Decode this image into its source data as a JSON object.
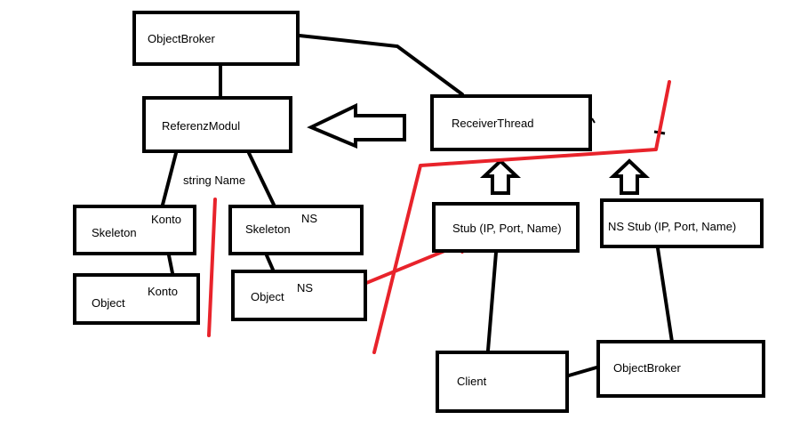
{
  "labels": {
    "object_broker_top": "ObjectBroker",
    "referenz_modul": "ReferenzModul",
    "receiver_thread": "ReceiverThread",
    "skeleton_konto": "Skeleton",
    "skeleton_konto_tag": "Konto",
    "object_konto": "Object",
    "object_konto_tag": "Konto",
    "skeleton_ns": "Skeleton",
    "skeleton_ns_tag": "NS",
    "object_ns": "Object",
    "object_ns_tag": "NS",
    "stub": "Stub (IP, Port, Name)",
    "ns_stub": "NS Stub (IP, Port, Name)",
    "client": "Client",
    "object_broker_bottom": "ObjectBroker",
    "string_name": "string Name"
  },
  "colors": {
    "stroke": "#000000",
    "annotation": "#e8232b",
    "background": "#ffffff"
  }
}
